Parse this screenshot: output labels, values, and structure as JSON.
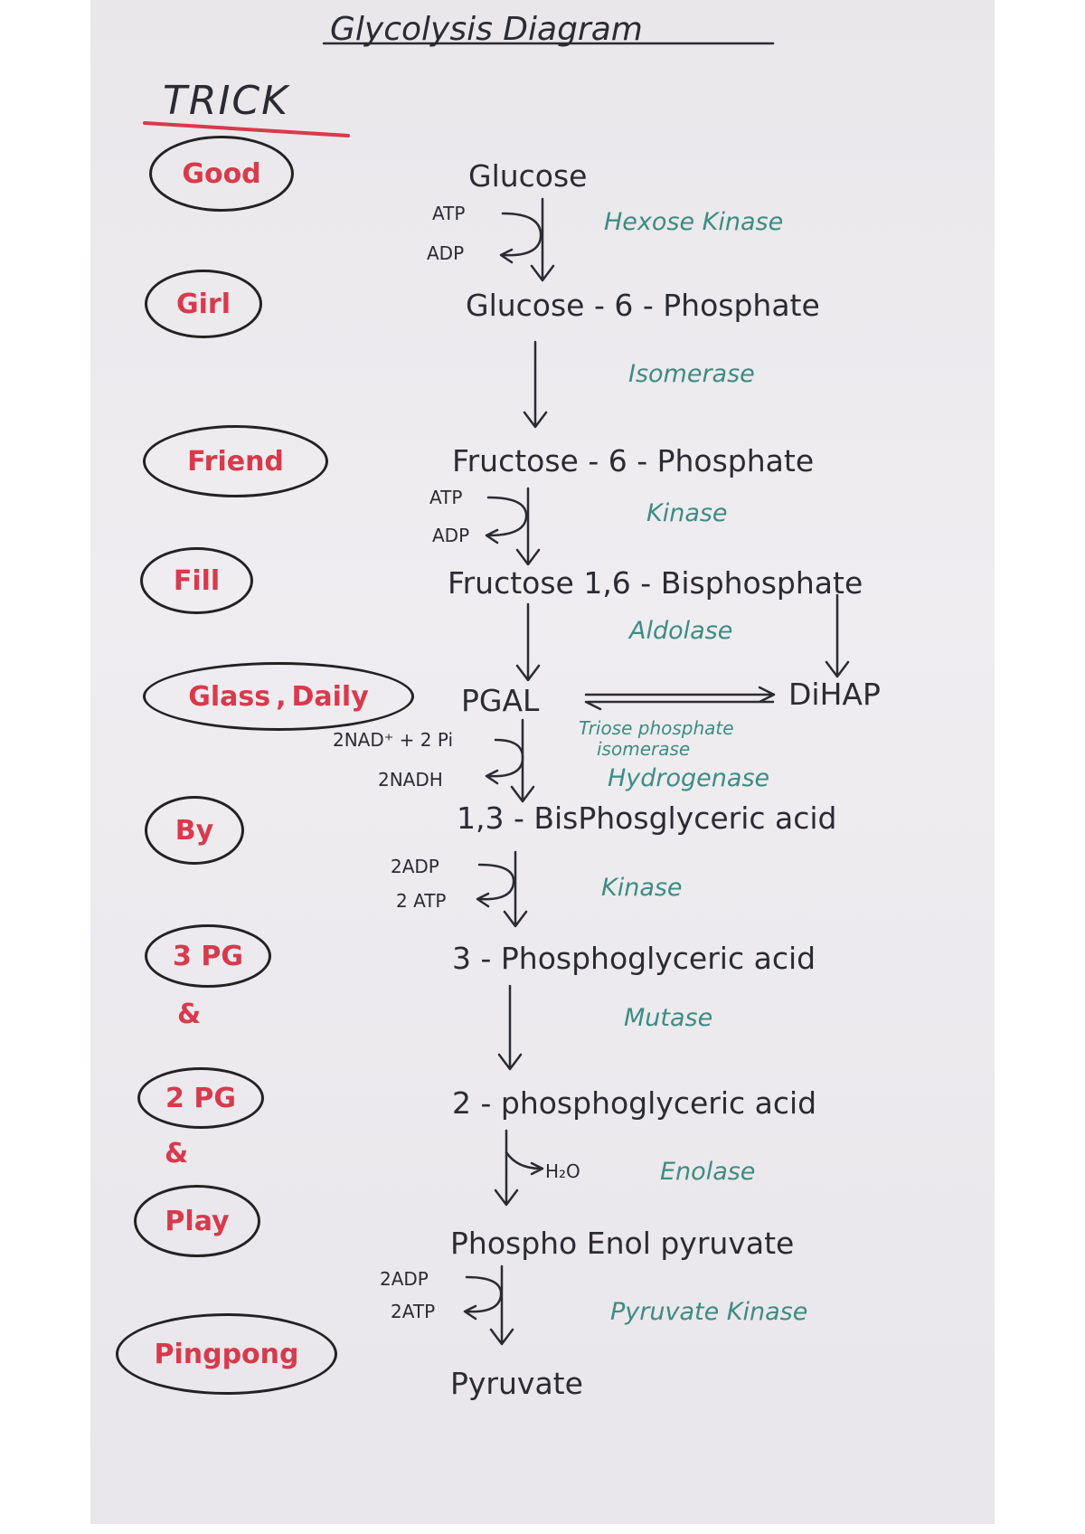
{
  "title": "Glycolysis Diagram",
  "trick": {
    "heading": "TRICK",
    "words": [
      "Good",
      "Girl",
      "Friend",
      "Fill",
      "Glass",
      "Daily",
      "By",
      "3 PG",
      "&",
      "2 PG",
      "&",
      "Play",
      "Pingpong"
    ],
    "glass_separator": ","
  },
  "pathway": {
    "compounds": [
      "Glucose",
      "Glucose - 6 - Phosphate",
      "Fructose - 6 - Phosphate",
      "Fructose 1,6 - Bisphosphate",
      "PGAL",
      "DiHAP",
      "1,3 - BisPhosglyceric acid",
      "3 - Phosphoglyceric acid",
      "2 - phosphoglyceric acid",
      "Phospho Enol pyruvate",
      "Pyruvate"
    ],
    "enzymes": [
      "Hexose Kinase",
      "Isomerase",
      "Kinase",
      "Aldolase",
      "Triose phosphate",
      "isomerase",
      "Hydrogenase",
      "Kinase",
      "Mutase",
      "Enolase",
      "Pyruvate Kinase"
    ],
    "cofactors": {
      "step1_in": "ATP",
      "step1_out": "ADP",
      "step3_in": "ATP",
      "step3_out": "ADP",
      "step6_in": "2NAD⁺ + 2 Pi",
      "step6_out": "2NADH",
      "step7_in": "2ADP",
      "step7_out": "2 ATP",
      "step9_out": "H₂O",
      "step10_in": "2ADP",
      "step10_out": "2ATP"
    }
  },
  "colors": {
    "ink": "#2b2b33",
    "enzyme": "#3d8c83",
    "trick": "#d83a4d",
    "trick_underline": "#d83a4d"
  }
}
